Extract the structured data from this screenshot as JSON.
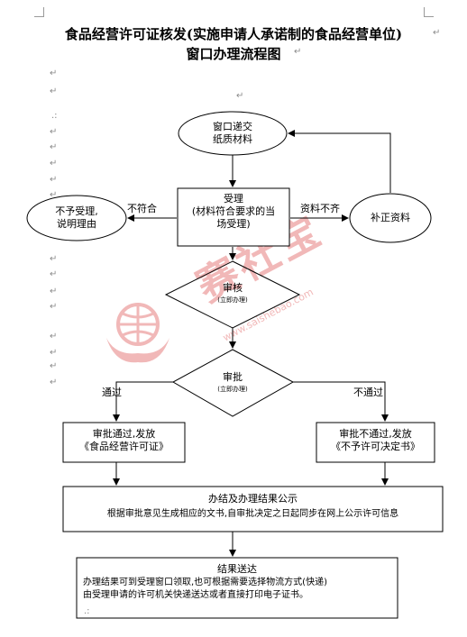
{
  "title_line1": "食品经营许可证核发(实施申请人承诺制的食品经营单位)",
  "title_line2": "窗口办理流程图",
  "para_mark": "↵",
  "para_mark_small": ".:",
  "nodes": {
    "submit": [
      "窗口递交",
      "纸质材料"
    ],
    "reject": [
      "不予受理,",
      "说明理由"
    ],
    "accept": [
      "受理",
      "(材料符合要求的当",
      "场受理)"
    ],
    "supplement": "补正资料",
    "review": "审核",
    "review_note": "(立即办理)",
    "approve": "审批",
    "approve_note": "(立即办理)",
    "pass_result": [
      "审批通过,发放",
      "《食品经营许可证》"
    ],
    "fail_result": [
      "审批不通过,发放",
      "《不予许可决定书》"
    ],
    "publicity_title": "办结及办理结果公示",
    "publicity_body": "根据审批意见生成相应的文书,自审批决定之日起同步在网上公示许可信息",
    "delivery_title": "结果送达",
    "delivery_body": [
      "办理结果可到受理窗口领取,也可根据需要选择物流方式(快递)",
      "由受理申请的许可机关快递送达或者直接打印电子证书。"
    ]
  },
  "edge_labels": {
    "not_comply": "不符合",
    "incomplete": "资料不齐",
    "pass": "通过",
    "fail": "不通过"
  },
  "watermark": {
    "brand": "赛社宝",
    "url": "www.saishebao.com",
    "color": "#f1b8b8"
  }
}
